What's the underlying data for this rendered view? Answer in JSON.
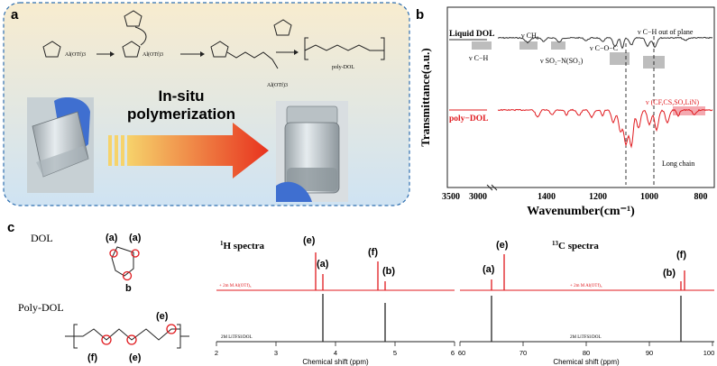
{
  "panel_a": {
    "label": "a",
    "reagent_1": "Al(OTf)3",
    "reagent_2": "Al(OTf)3",
    "reagent_3": "Al(OTf)3",
    "product_label": "poly-DOL",
    "arrow_text_1": "In-situ",
    "arrow_text_2": "polymerization",
    "colors": {
      "background_top": "#f8eccf",
      "background_bottom": "#cfe3f3",
      "border": "#2f6fb0",
      "arrow_start": "#f6d36b",
      "arrow_end": "#e8321e"
    }
  },
  "panel_b": {
    "label": "b",
    "y_label": "Transmittance(a.u.)",
    "x_label": "Wavenumber(cm⁻¹)",
    "x_ticks": [
      "3500",
      "3000",
      "1400",
      "1200",
      "1000",
      "800"
    ],
    "series_1_label": "Liquid DOL",
    "series_2_label": "poly−DOL",
    "annotations": {
      "ch": "ν C−H",
      "ch2": "ν CH₂",
      "so2": "ν SO₂−N(SO₂)",
      "coc": "ν C−O−C",
      "ch_oop": "ν C−H out of plane",
      "cf": "ν (CF,CS,SO,LiN)",
      "long_chain": "Long chain"
    },
    "colors": {
      "dol": "#333333",
      "poly": "#e0191e",
      "band": "#bdbdbd",
      "band_red": "#f4a9b0"
    }
  },
  "panel_c": {
    "label": "c",
    "dol_label": "DOL",
    "polydol_label": "Poly-DOL",
    "site_a": "(a)",
    "site_b": "b",
    "site_e": "(e)",
    "site_f": "(f)",
    "h_title_sup": "1",
    "h_title": "H spectra",
    "c_title_sup": "13",
    "c_title": "C spectra",
    "h_red_label": "+ 2m M Al(OTf)₃",
    "h_black_label": "2M LiTFSI/DOL",
    "c_red_label": "+ 2m M Al(OTf)₃",
    "c_black_label": "2M LiTFSI/DOL",
    "h_peaks": {
      "e": "(e)",
      "a": "(a)",
      "f": "(f)",
      "b": "(b)"
    },
    "c_peaks": {
      "a": "(a)",
      "e": "(e)",
      "b": "(b)",
      "f": "(f)"
    },
    "h_x_ticks": [
      "2",
      "3",
      "4",
      "5",
      "6"
    ],
    "c_x_ticks": [
      "60",
      "70",
      "80",
      "90",
      "100"
    ],
    "x_label": "Chemical shift (ppm)"
  }
}
